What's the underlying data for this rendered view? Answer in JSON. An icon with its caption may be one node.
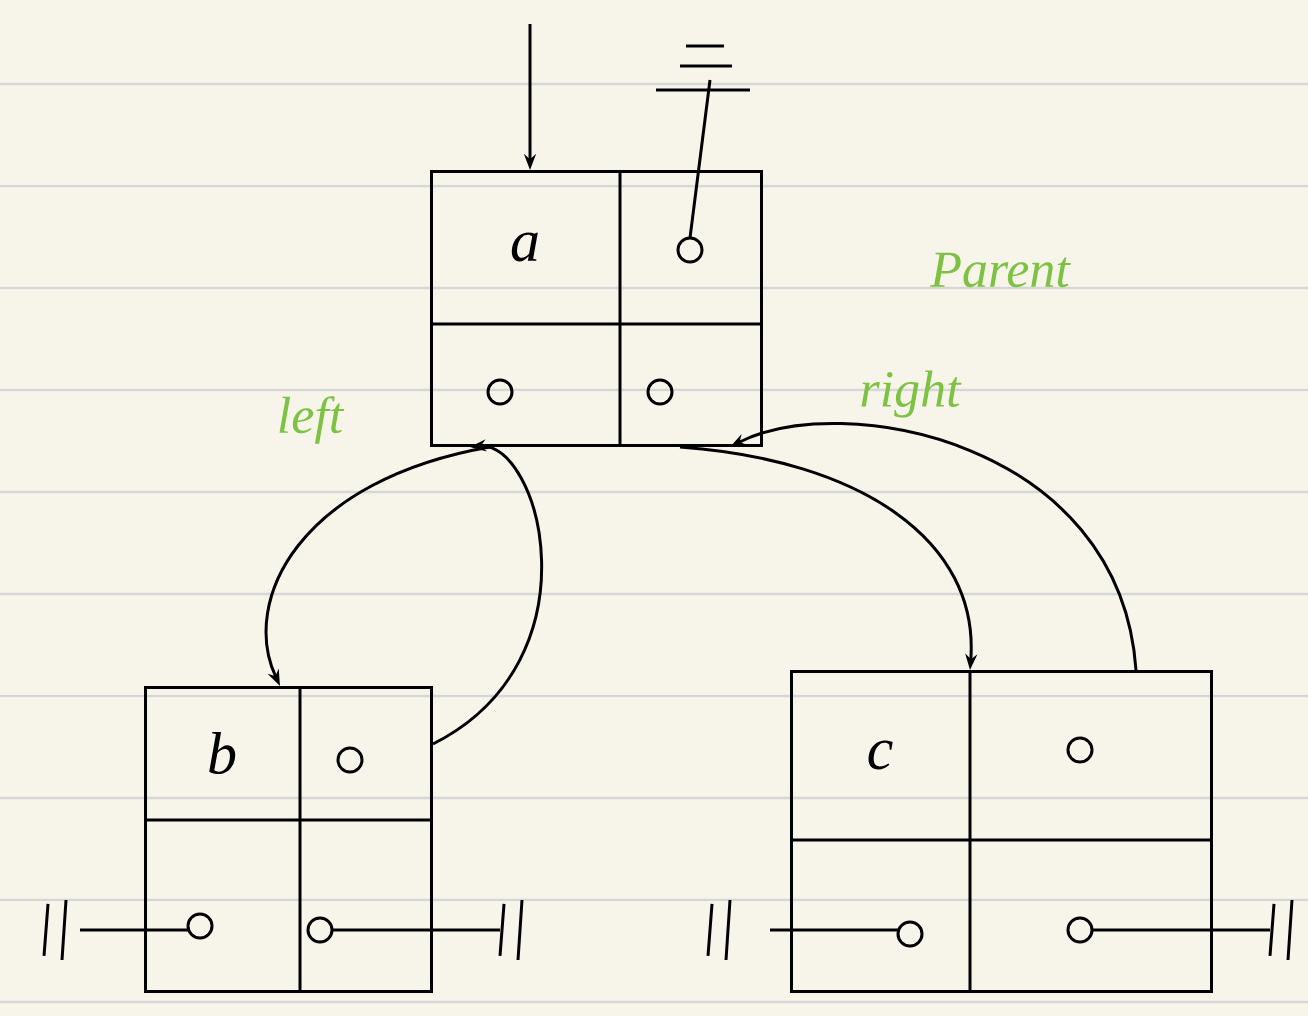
{
  "diagram": {
    "nodes": [
      {
        "text": [
          "a"
        ]
      },
      {
        "text": [
          "b"
        ]
      },
      {
        "text": [
          "c"
        ]
      }
    ],
    "edges": [
      {
        "from": null,
        "to": 0,
        "arrow": "to"
      },
      {
        "from": 0,
        "to": 1,
        "arrow": "to"
      },
      {
        "from": 1,
        "to": 0,
        "arrow": "to"
      },
      {
        "from": 0,
        "to": 2,
        "arrow": "to"
      },
      {
        "from": 2,
        "to": 0,
        "arrow": "to"
      }
    ],
    "labels": [
      "Parent",
      "left",
      "right"
    ]
  }
}
